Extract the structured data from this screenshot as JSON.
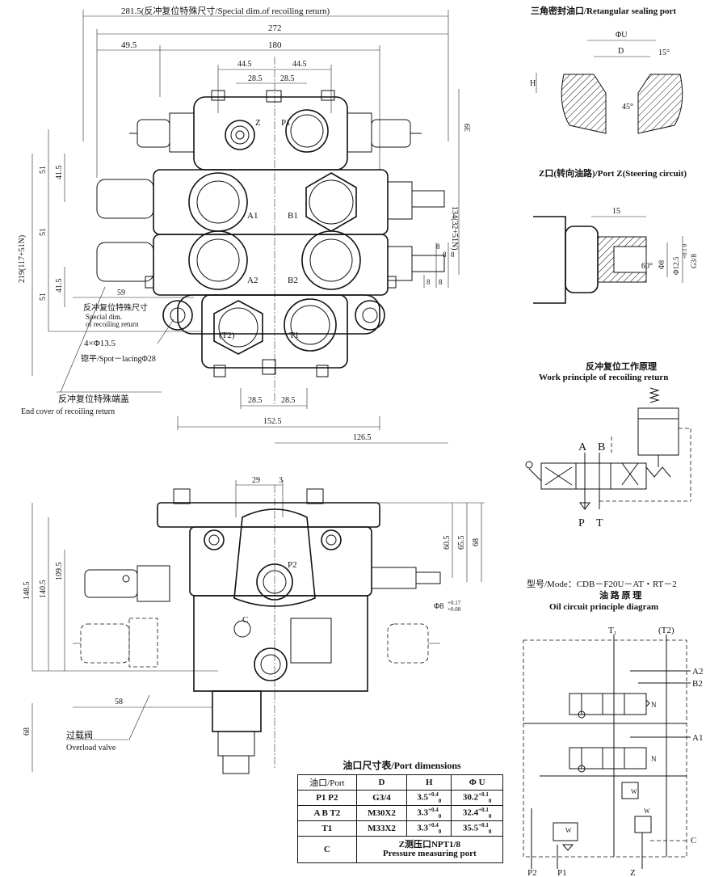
{
  "top_view": {
    "dim_overall_special": "281.5(反冲复位特殊尺寸/Special dim.of recoiling return)",
    "dim_272": "272",
    "dim_180": "180",
    "dim_49_5": "49.5",
    "dim_44_5_a": "44.5",
    "dim_44_5_b": "44.5",
    "dim_28_5_a": "28.5",
    "dim_28_5_b": "28.5",
    "dim_39": "39",
    "dim_51_a": "51",
    "dim_41_5_a": "41.5",
    "dim_51_b": "51",
    "dim_219": "219(117+51N)",
    "dim_134": "134(32+51N)",
    "dim_51_c": "51",
    "dim_41_5_b": "41.5",
    "dim_59": "59",
    "dim_8_a": "8",
    "dim_8_b": "8",
    "dim_8_c": "8",
    "dim_8_d": "8",
    "dim_8_e": "8",
    "dim_28_5_c": "28.5",
    "dim_28_5_d": "28.5",
    "dim_152_5": "152.5",
    "dim_126_5": "126.5",
    "label_z": "Z",
    "label_p1": "P1",
    "label_a1": "A1",
    "label_b1": "B1",
    "label_a2": "A2",
    "label_b2": "B2",
    "label_t2": "(T2)",
    "label_t1": "T1",
    "note_special_dim_cn": "反冲复位特殊尺寸",
    "note_special_dim_en1": "Special dim.",
    "note_special_dim_en2": "of recoiling return",
    "note_holes": "4×Φ13.5",
    "note_spot": "锪平/Spot－lacingΦ28",
    "note_endcover_cn": "反冲复位特殊端盖",
    "note_endcover_en": "End cover of recoiling return"
  },
  "bottom_view": {
    "dim_29": "29",
    "dim_3": "3",
    "dim_148_5": "148.5",
    "dim_140_5": "140.5",
    "dim_109_5": "109.5",
    "dim_60_5": "60.5",
    "dim_65_5": "65.5",
    "dim_68_a": "68",
    "dim_58": "58",
    "dim_68_b": "68",
    "dim_phi8": "Φ8",
    "dim_phi8_tol_up": "+0.17",
    "dim_phi8_tol_dn": "+0.08",
    "label_p2": "P2",
    "label_c": "C",
    "note_overload_cn": "过载阀",
    "note_overload_en": "Overload valve"
  },
  "sealing_port": {
    "title": "三角密封油口/Retangular sealing port",
    "dim_phiU": "ΦU",
    "dim_D": "D",
    "dim_15deg": "15°",
    "dim_H": "H",
    "dim_45deg": "45°"
  },
  "port_z": {
    "title": "Z口(转向油路)/Port Z(Steering circuit)",
    "dim_15": "15",
    "dim_60deg": "60°",
    "dim_phi8": "Φ8",
    "dim_phi12": "Φ12.5",
    "dim_tol": "+0.1 0",
    "dim_g38": "G3/8"
  },
  "recoil": {
    "title_cn": "反冲复位工作原理",
    "title_en": "Work principle of recoiling return",
    "label_a": "A",
    "label_b": "B",
    "label_p": "P",
    "label_t": "T"
  },
  "model": {
    "line": "型号/Mode：CDB－F20U－AT・RT－2",
    "title_cn": "油 路 原 理",
    "title_en": "Oil circuit principle diagram"
  },
  "circuit": {
    "label_t1": "T₁",
    "label_t2": "(T2)",
    "label_a2": "A2",
    "label_b2": "B2",
    "label_a1": "A1",
    "label_c": "C",
    "label_p2": "P2",
    "label_p1": "P1",
    "label_z": "Z"
  },
  "port_table": {
    "title": "油口尺寸表/Port dimensions",
    "headers": [
      "油口/Port",
      "D",
      "H",
      "Φ U"
    ],
    "rows": [
      [
        "P1  P2",
        "G3/4",
        "3.5",
        "+0.4",
        "0",
        "30.2",
        "+0.1",
        "0"
      ],
      [
        "A  B  T2",
        "M30X2",
        "3.3",
        "+0.4",
        "0",
        "32.4",
        "+0.1",
        "0"
      ],
      [
        "T1",
        "M33X2",
        "3.3",
        "+0.4",
        "0",
        "35.5",
        "+0.1",
        "0"
      ]
    ],
    "c_port": "C",
    "c_desc1": "Z测压口NPT1/8",
    "c_desc2": "Pressure measuring port"
  }
}
